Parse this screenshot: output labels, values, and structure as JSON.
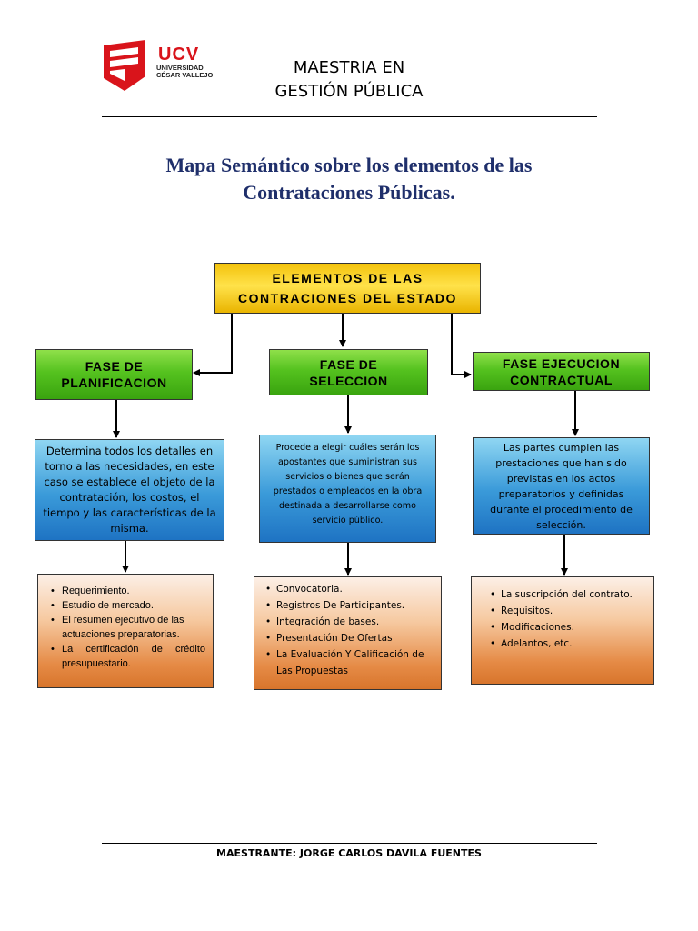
{
  "header": {
    "logo": {
      "acronym": "UCV",
      "institution_line1": "UNIVERSIDAD",
      "institution_line2": "CÉSAR VALLEJO",
      "brand_color": "#d9141b"
    },
    "program_line1": "MAESTRIA EN",
    "program_line2": "GESTIÓN PÚBLICA"
  },
  "title_line1": "Mapa Semántico sobre los elementos de las",
  "title_line2": "Contrataciones Públicas.",
  "root": {
    "line1": "ELEMENTOS DE LAS",
    "line2": "CONTRACIONES DEL ESTADO"
  },
  "phases": [
    {
      "line1": "FASE DE",
      "line2": "PLANIFICACION"
    },
    {
      "line1": "FASE DE",
      "line2": "SELECCION"
    },
    {
      "line1": "FASE EJECUCION",
      "line2": "CONTRACTUAL"
    }
  ],
  "descriptions": [
    "Determina todos los detalles en torno a las necesidades, en este caso se establece el objeto de la contratación, los costos, el tiempo y las características de la misma.",
    "Procede a elegir cuáles serán los apostantes que suministran sus servicios o bienes que serán prestados o empleados en la obra destinada a desarrollarse como servicio público.",
    "Las partes cumplen las prestaciones que han sido previstas en los actos preparatorios y definidas durante el procedimiento de selección."
  ],
  "lists": [
    [
      "Requerimiento.",
      "Estudio de mercado.",
      "El resumen ejecutivo de las actuaciones preparatorias.",
      "La certificación de crédito presupuestario."
    ],
    [
      "Convocatoria.",
      "Registros De Participantes.",
      "Integración de bases.",
      "Presentación De Ofertas",
      "La Evaluación Y Calificación de Las Propuestas"
    ],
    [
      "La suscripción del contrato.",
      "Requisitos.",
      "Modificaciones.",
      "Adelantos, etc."
    ]
  ],
  "footer": {
    "label": "MAESTRANTE:",
    "name": "JORGE CARLOS DAVILA FUENTES"
  },
  "colors": {
    "title": "#1f2f6b",
    "root_fill": "#ffd700",
    "phase_fill": "#55c21f",
    "desc_fill": "#3a9ad9",
    "list_fill": "#e58a45"
  }
}
